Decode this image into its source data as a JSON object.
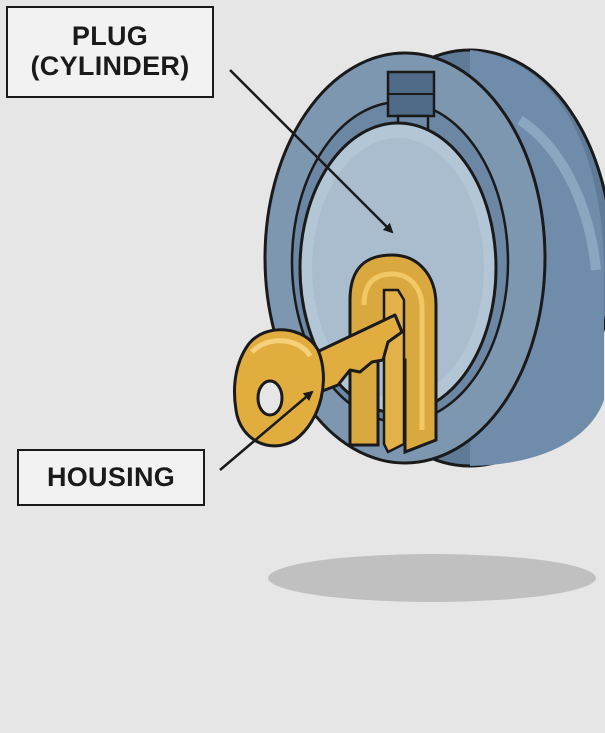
{
  "labels": {
    "plug_line1": "PLUG",
    "plug_line2": "(CYLINDER)",
    "housing": "HOUSING"
  },
  "colors": {
    "background": "#e6e6e6",
    "housing_outer": "#6e8aa6",
    "housing_face": "#7d97b1",
    "plug_face": "#b3c6d6",
    "key_brass": "#e0ad3e",
    "outline": "#1a1a1a"
  }
}
